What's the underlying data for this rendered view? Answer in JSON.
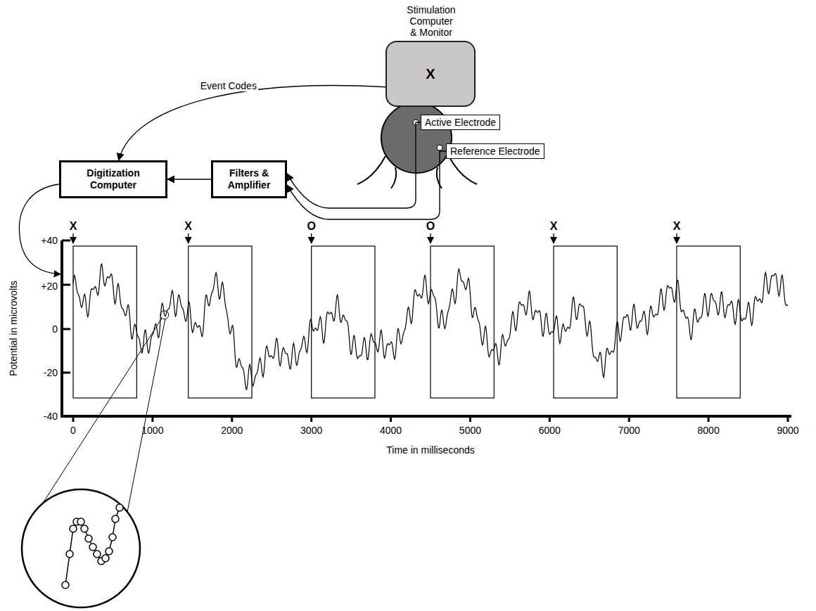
{
  "diagram": {
    "nodes": [
      {
        "text": [
          "Stimulation Computer & Monitor",
          "X"
        ]
      },
      {
        "text": [
          "Active Electrode"
        ]
      },
      {
        "text": [
          "Reference Electrode"
        ]
      },
      {
        "text": [
          "Digitization Computer"
        ]
      },
      {
        "text": [
          "Filters & Amplifier"
        ]
      }
    ],
    "edges": [
      {
        "from": 0,
        "to": 3,
        "arrow": "to",
        "label": "Event Codes"
      },
      {
        "from": 4,
        "to": 3,
        "arrow": "to"
      },
      {
        "from": 1,
        "to": 4,
        "arrow": "to"
      },
      {
        "from": 2,
        "to": 4,
        "arrow": "to"
      }
    ],
    "labels": [
      "X",
      "X",
      "O",
      "O",
      "X",
      "X",
      "+40",
      "+20",
      "0",
      "-20",
      "-40",
      "Potential in microvolts",
      "0",
      "1000",
      "2000",
      "3000",
      "4000",
      "5000",
      "6000",
      "7000",
      "8000",
      "9000",
      "Time in milliseconds"
    ]
  }
}
